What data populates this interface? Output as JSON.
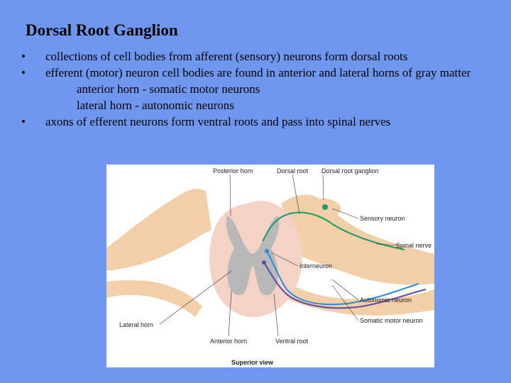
{
  "slide": {
    "title": "Dorsal Root Ganglion",
    "bullet_glyph": "•",
    "bullets": [
      "collections of cell bodies from afferent (sensory) neurons form dorsal roots",
      "efferent (motor) neuron cell bodies are found in anterior and lateral horns of gray matter",
      "axons of efferent neurons form ventral roots and pass into spinal nerves"
    ],
    "subitems": [
      "anterior horn - somatic motor neurons",
      "lateral horn - autonomic neurons"
    ]
  },
  "figure": {
    "labels": {
      "posterior_horn": "Posterior horn",
      "dorsal_root": "Dorsal root",
      "dorsal_root_ganglion": "Dorsal root ganglion",
      "sensory_neuron": "Sensory neuron",
      "spinal_nerve": "Spinal nerve",
      "interneuron": "Interneuron",
      "autonomic_neuron": "Autonomic neuron",
      "somatic_motor_neuron": "Somatic motor neuron",
      "lateral_horn": "Lateral horn",
      "anterior_horn": "Anterior horn",
      "ventral_root": "Ventral root"
    },
    "caption": "Superior view",
    "colors": {
      "sensory_neuron": "#1a9a6a",
      "interneuron": "#2a8ad8",
      "autonomic_neuron": "#5a4aa8",
      "gray_matter": "#b8b8b8",
      "white_matter": "#f5d2c6",
      "nerve_tissue": "#f2cfa6"
    }
  }
}
